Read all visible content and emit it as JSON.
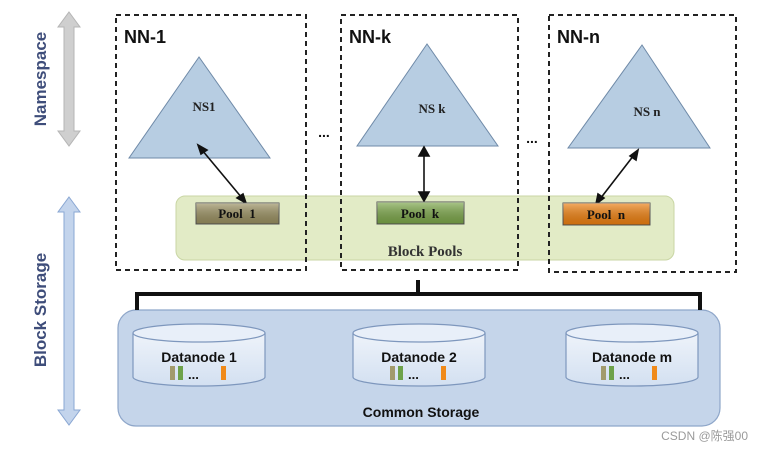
{
  "side_labels": {
    "namespace": "Namespace",
    "block_storage": "Block Storage"
  },
  "namenodes": [
    {
      "title": "NN-1",
      "ns": "NS1",
      "pool": "Pool  1",
      "pool_color": "#9b9161"
    },
    {
      "title": "NN-k",
      "ns": "NS k",
      "pool": "Pool  k",
      "pool_color": "#7da84a"
    },
    {
      "title": "NN-n",
      "ns": "NS n",
      "pool": "Pool  n",
      "pool_color": "#f0810f"
    }
  ],
  "ellipsis": [
    "...",
    "..."
  ],
  "block_pools_label": "Block  Pools",
  "datanodes": [
    {
      "label": "Datanode 1",
      "dots": "..."
    },
    {
      "label": "Datanode 2",
      "dots": "..."
    },
    {
      "label": "Datanode m",
      "dots": "..."
    }
  ],
  "common_storage_label": "Common Storage",
  "watermark": "CSDN @陈强00",
  "colors": {
    "triangle_fill": "#b7cde2",
    "block_pool_fill": "#e2ebc6",
    "storage_fill": "#c5d5ea",
    "arrow_fill": "#cfcfcf",
    "storage_arrow_fill": "#c3d4ec",
    "label_text": "#3e4d7a",
    "block_color_1": "#a29b6c",
    "block_color_2": "#6da24a",
    "block_color_3": "#f08a1a"
  }
}
